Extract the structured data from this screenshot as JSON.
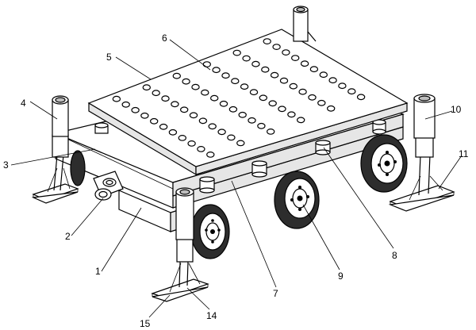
{
  "figure": {
    "labels": [
      "1",
      "2",
      "3",
      "4",
      "5",
      "6",
      "7",
      "8",
      "9",
      "10",
      "11",
      "14",
      "15"
    ]
  }
}
